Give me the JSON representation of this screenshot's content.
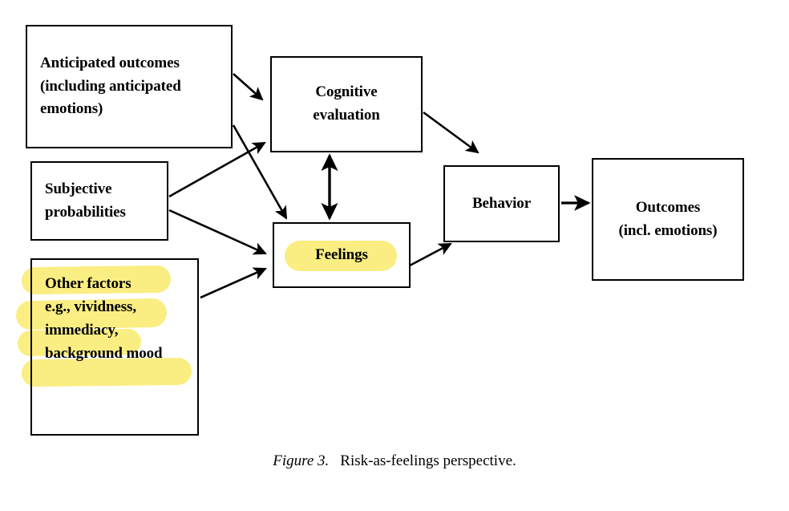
{
  "figure": {
    "caption_number": "Figure 3.",
    "caption_text": "Risk-as-feelings perspective.",
    "highlight_color": "#FAEE82",
    "line_color": "#000000",
    "background_color": "#FFFFFF"
  },
  "nodes": {
    "anticipated_outcomes": {
      "label": "Anticipated outcomes\n(including anticipated\nemotions)",
      "highlighted": false
    },
    "subjective_probabilities": {
      "label": "Subjective\nprobabilities",
      "highlighted": false
    },
    "other_factors": {
      "label": "Other factors\ne.g., vividness,\nimmediacy,\nbackground mood",
      "highlighted": true
    },
    "cognitive_evaluation": {
      "label": "Cognitive\nevaluation",
      "highlighted": false
    },
    "feelings": {
      "label": "Feelings",
      "highlighted": true
    },
    "behavior": {
      "label": "Behavior",
      "highlighted": false
    },
    "outcomes": {
      "label": "Outcomes\n(incl. emotions)",
      "highlighted": false
    }
  },
  "edges": [
    {
      "id": "anticipated-to-cognitive",
      "from": "anticipated_outcomes",
      "to": "cognitive_evaluation",
      "style": "single-arrow"
    },
    {
      "id": "anticipated-to-feelings",
      "from": "anticipated_outcomes",
      "to": "feelings",
      "style": "single-arrow"
    },
    {
      "id": "subjective-to-cognitive",
      "from": "subjective_probabilities",
      "to": "cognitive_evaluation",
      "style": "single-arrow"
    },
    {
      "id": "subjective-to-feelings",
      "from": "subjective_probabilities",
      "to": "feelings",
      "style": "single-arrow"
    },
    {
      "id": "other-factors-to-feelings",
      "from": "other_factors",
      "to": "feelings",
      "style": "single-arrow"
    },
    {
      "id": "cognitive-feelings-bidirectional",
      "from": "cognitive_evaluation",
      "to": "feelings",
      "style": "double-arrow"
    },
    {
      "id": "cognitive-to-behavior",
      "from": "cognitive_evaluation",
      "to": "behavior",
      "style": "single-arrow"
    },
    {
      "id": "feelings-to-behavior",
      "from": "feelings",
      "to": "behavior",
      "style": "single-arrow"
    },
    {
      "id": "behavior-to-outcomes",
      "from": "behavior",
      "to": "outcomes",
      "style": "single-arrow"
    }
  ]
}
